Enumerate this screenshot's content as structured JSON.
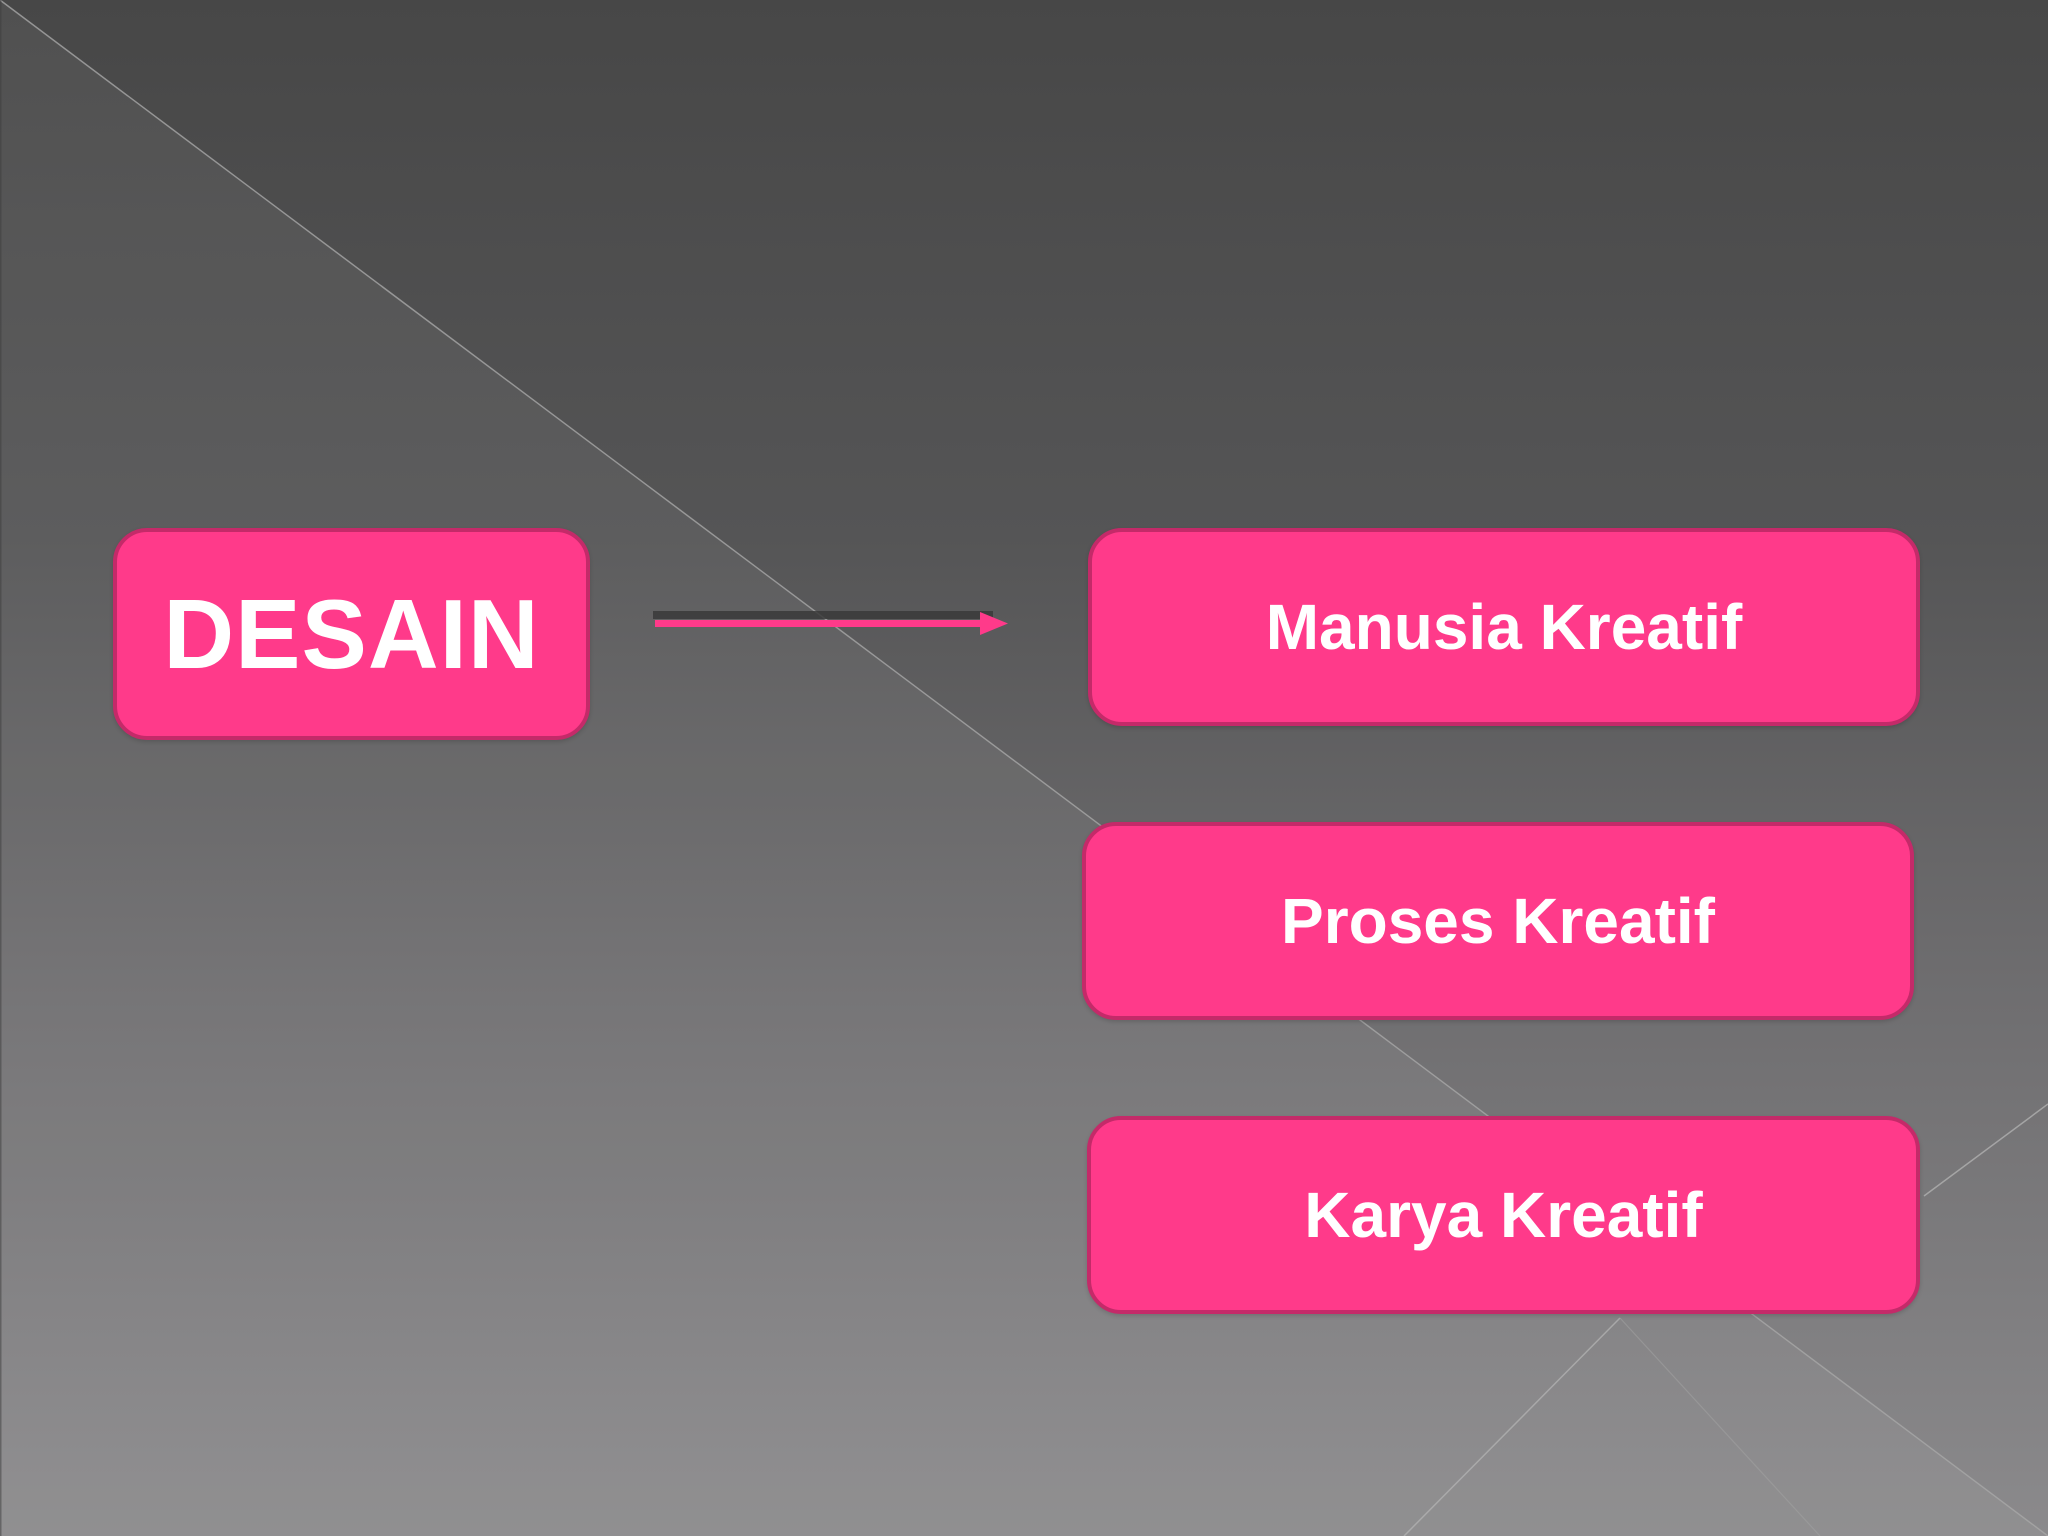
{
  "slide": {
    "source": {
      "label": "DESAIN"
    },
    "targets": [
      {
        "label": "Manusia Kreatif"
      },
      {
        "label": "Proses Kreatif"
      },
      {
        "label": "Karya Kreatif"
      }
    ],
    "connector": {
      "type": "arrow",
      "direction": "right"
    }
  },
  "colors": {
    "box_fill": "#ff3a8a",
    "box_border": "#c42a69",
    "text": "#ffffff",
    "background_top": "#474747",
    "background_bottom": "#8b8a8c"
  }
}
